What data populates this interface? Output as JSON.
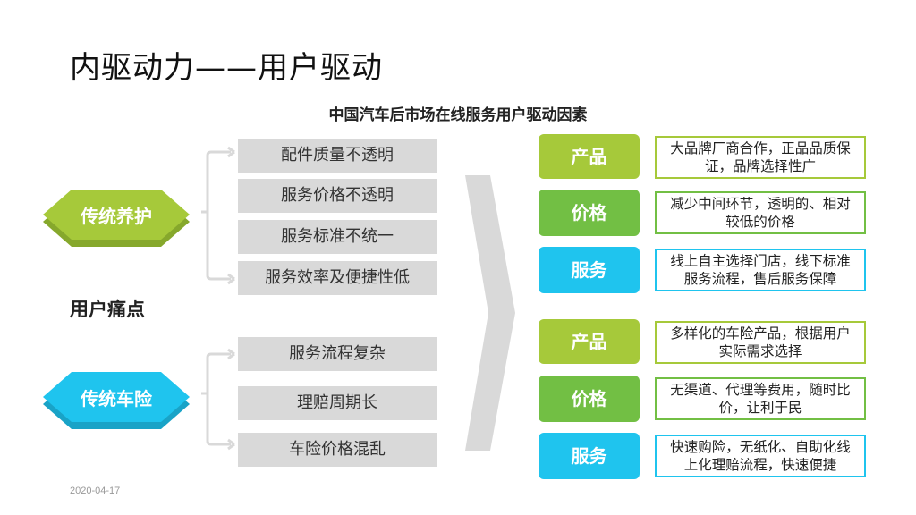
{
  "title": "内驱动力——用户驱动",
  "subtitle": "中国汽车后市场在线服务用户驱动因素",
  "pain_point_title": "用户痛点",
  "date": "2020-04-17",
  "colors": {
    "green_light": "#a6c93a",
    "green_dark": "#72bf44",
    "cyan": "#1fc4ee",
    "gray_box": "#d9d9d9"
  },
  "groups": [
    {
      "label": "传统养护",
      "items": [
        "配件质量不透明",
        "服务价格不透明",
        "服务标准不统一",
        "服务效率及便捷性低"
      ]
    },
    {
      "label": "传统车险",
      "items": [
        "服务流程复杂",
        "理赔周期长",
        "车险价格混乱"
      ]
    }
  ],
  "drivers": [
    {
      "tag": "产品",
      "desc": "大品牌厂商合作，正品品质保证，品牌选择性广"
    },
    {
      "tag": "价格",
      "desc": "减少中间环节，透明的、相对较低的价格"
    },
    {
      "tag": "服务",
      "desc": "线上自主选择门店，线下标准服务流程，售后服务保障"
    },
    {
      "tag": "产品",
      "desc": "多样化的车险产品，根据用户实际需求选择"
    },
    {
      "tag": "价格",
      "desc": "无渠道、代理等费用，随时比价，让利于民"
    },
    {
      "tag": "服务",
      "desc": "快速购险，无纸化、自助化线上化理赔流程，快速便捷"
    }
  ]
}
